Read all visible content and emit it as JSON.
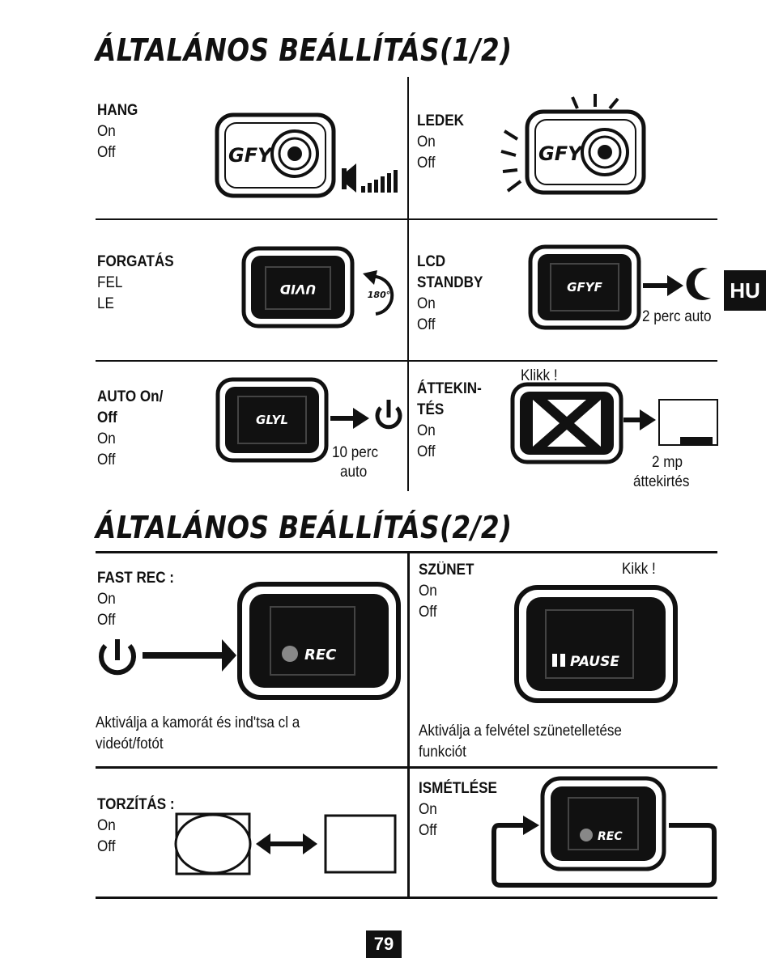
{
  "titles": {
    "part1": "ÁLTALÁNOS BEÁLLÍTÁS(1/2)",
    "part2": "ÁLTALÁNOS BEÁLLÍTÁS(2/2)"
  },
  "side_tab": "HU",
  "page_number": "79",
  "settings": {
    "hang": {
      "heading": "HANG",
      "options": [
        "On",
        "Off"
      ]
    },
    "ledek": {
      "heading": "LEDEK",
      "options": [
        "On",
        "Off"
      ]
    },
    "forgatas": {
      "heading": "FORGATÁS",
      "options": [
        "FEL",
        "LE"
      ],
      "rotate_label": "180°"
    },
    "lcd": {
      "heading_1": "LCD",
      "heading_2": "STANDBY",
      "options": [
        "On",
        "Off"
      ],
      "note": "2 perc auto"
    },
    "auto": {
      "heading_1": "AUTO On/",
      "heading_2": "Off",
      "options": [
        "On",
        "Off"
      ],
      "note_1": "10 perc",
      "note_2": "auto"
    },
    "attekintes": {
      "heading_1": "ÁTTEKIN-",
      "heading_2": "TÉS",
      "options": [
        "On",
        "Off"
      ],
      "click": "Klikk !",
      "note_1": "2 mp",
      "note_2": "áttekirtés"
    },
    "fastrec": {
      "heading": "FAST REC :",
      "options": [
        "On",
        "Off"
      ],
      "rec_label": "REC",
      "caption_1": "Aktiválja a kamorát és ind'tsa cl a",
      "caption_2": "videót/fotót"
    },
    "szunet": {
      "heading": "SZÜNET",
      "options": [
        "On",
        "Off"
      ],
      "click": "Kikk !",
      "pause_label": "PAUSE",
      "caption_1": "Aktiválja a felvétel szünetelletése",
      "caption_2": "funkciót"
    },
    "torzitas": {
      "heading": "TORZÍTÁS :",
      "options": [
        "On",
        "Off"
      ]
    },
    "ismetles": {
      "heading": "ISMÉTLÉSE",
      "options": [
        "On",
        "Off"
      ],
      "rec_label": "REC"
    }
  },
  "screen_texts": {
    "gfyf": "GFYF",
    "unlock": "GLYL",
    "lcd_text": "GFYF",
    "rotated": "UVID"
  }
}
